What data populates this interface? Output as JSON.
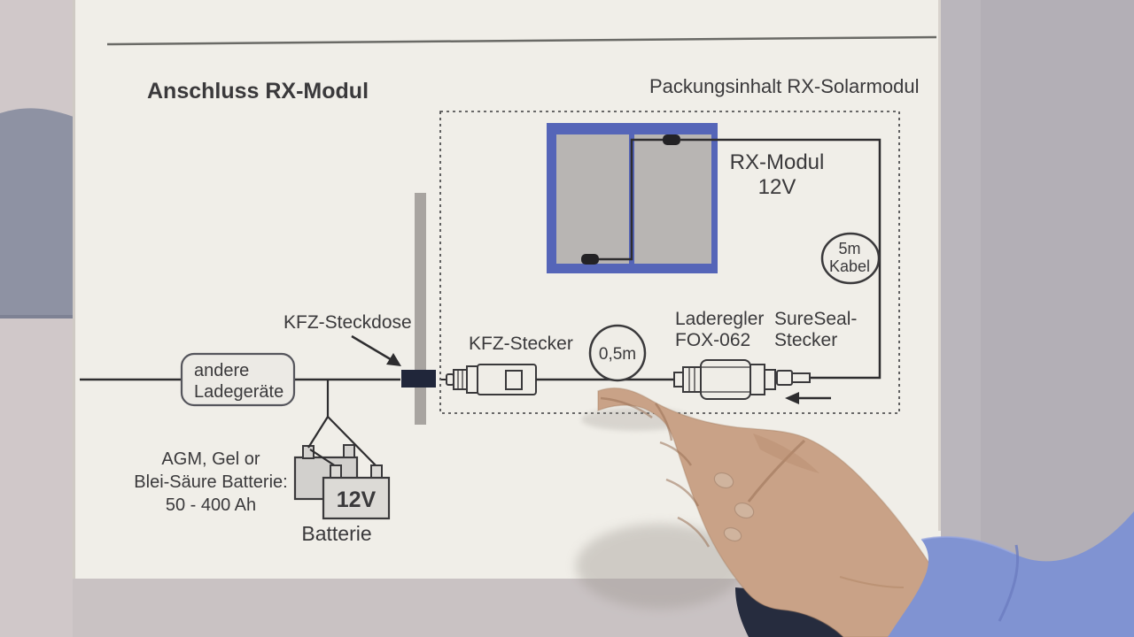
{
  "scene": {
    "description": "Hand pointing at a solar charging wiring diagram printed on paper",
    "colors": {
      "paper": "#f0eee8",
      "ink": "#3a393b",
      "wire": "#2e2d2f",
      "panel_frame": "#5565b8",
      "panel_cell": "#b8b5b3",
      "purple_text": "#5a55a0",
      "socket": "#20263a",
      "wall_bar": "#a8a4a0",
      "sleeve": "#8093d2",
      "skin": "#c9a287"
    }
  },
  "diagram": {
    "title_left": "Anschluss RX-Modul",
    "title_right": "Packungsinhalt RX-Solarmodul",
    "module_label_line1": "RX-Modul",
    "module_label_line2": "12V",
    "cable5m_line1": "5m",
    "cable5m_line2": "Kabel",
    "kfz_stecker": "KFZ-Stecker",
    "cable05m": "0,5m",
    "laderegler_line1": "Laderegler",
    "laderegler_line2": "FOX-062",
    "sureseal_line1": "SureSeal-",
    "sureseal_line2": "Stecker",
    "kfz_steckdose": "KFZ-Steckdose",
    "andere_line1": "andere",
    "andere_line2": "Ladegeräte",
    "battery_note_line1": "AGM, Gel or",
    "battery_note_line2": "Blei-Säure Batterie:",
    "battery_note_line3": "50 - 400 Ah",
    "battery_voltage": "12V",
    "battery_caption": "Batterie"
  }
}
